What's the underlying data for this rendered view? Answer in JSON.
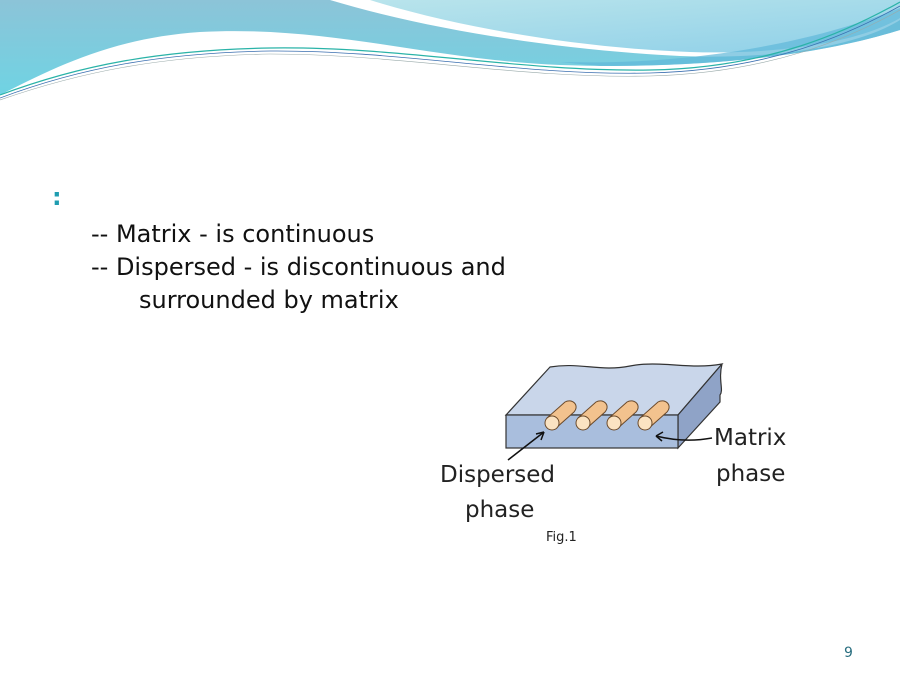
{
  "slide": {
    "bullet_marker": ":",
    "lines": [
      "-- Matrix - is continuous",
      "-- Dispersed - is discontinuous and",
      "surrounded by matrix"
    ],
    "figure": {
      "label_dispersed_1": "Dispersed",
      "label_dispersed_2": "phase",
      "label_matrix_1": "Matrix",
      "label_matrix_2": "phase",
      "caption": "Fig.1"
    },
    "page_number": "9"
  },
  "colors": {
    "accent": "#1f9db0",
    "header_wave_light": "#a8dfe8",
    "header_wave_dark": "#7ec5da",
    "matrix_fill": "#b3c7e3",
    "fiber_fill": "#f2c28e"
  }
}
